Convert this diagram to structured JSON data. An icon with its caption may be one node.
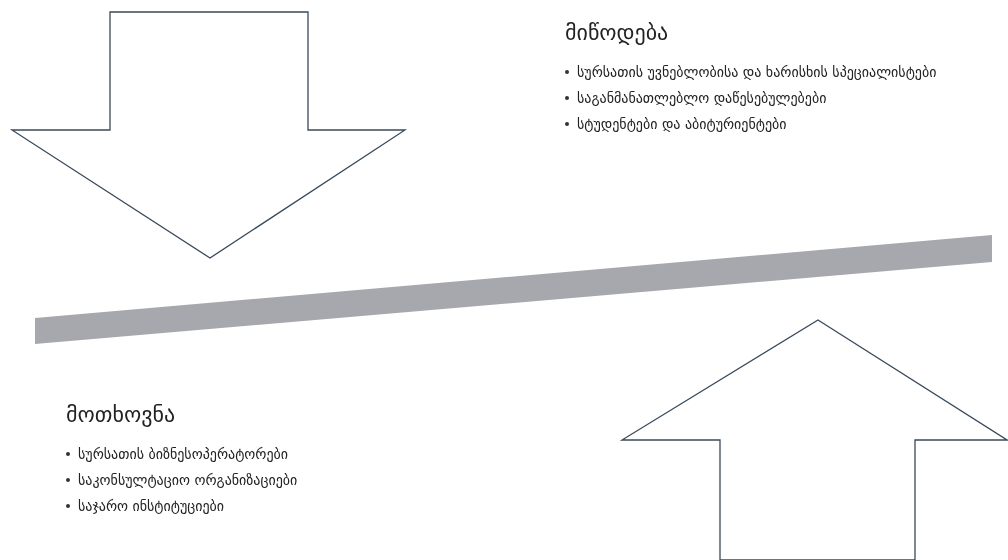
{
  "diagram": {
    "labels": [
      "მიწოდება",
      "სურსათის უვნებლობისა და ხარისხის სპეციალისტები",
      "საგანმანათლებლო დაწესებულებები",
      "სტუდენტები და აბიტურიენტები",
      "მოთხოვნა",
      "სურსათის ბიზნესოპერატორები",
      "საკონსულტაციო ორგანიზაციები",
      "საჯარო ინსტიტუციები"
    ]
  }
}
